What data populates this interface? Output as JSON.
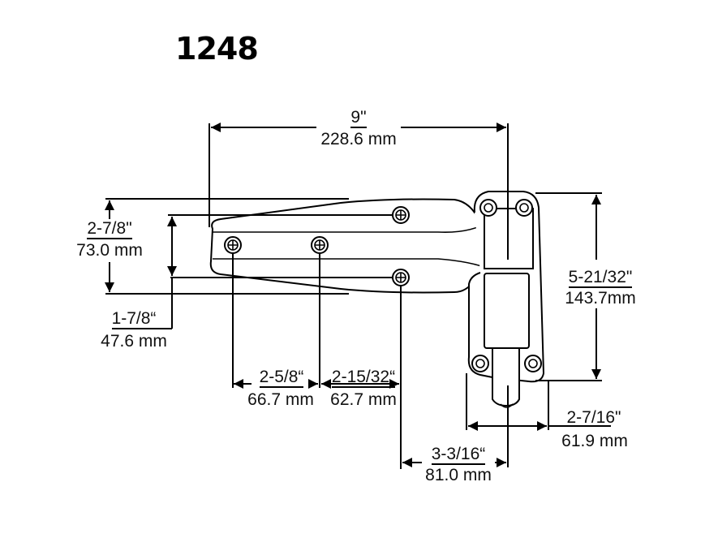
{
  "title": "1248",
  "dimensions": {
    "overall_width": {
      "imperial": "9\"",
      "metric": "228.6 mm"
    },
    "strap_height": {
      "imperial": "2-7/8\"",
      "metric": "73.0 mm"
    },
    "hole_spacing_vertical": {
      "imperial": "1-7/8“",
      "metric": "47.6 mm"
    },
    "hole_spacing_1": {
      "imperial": "2-5/8“",
      "metric": "66.7 mm"
    },
    "hole_spacing_2": {
      "imperial": "2-15/32“",
      "metric": "62.7 mm"
    },
    "flange_height": {
      "imperial": "5-21/32\"",
      "metric": "143.7mm"
    },
    "flange_width": {
      "imperial": "2-7/16\"",
      "metric": "61.9 mm"
    },
    "offset": {
      "imperial": "3-3/16“",
      "metric": "81.0 mm"
    }
  },
  "colors": {
    "line": "#000000",
    "background": "#ffffff"
  }
}
